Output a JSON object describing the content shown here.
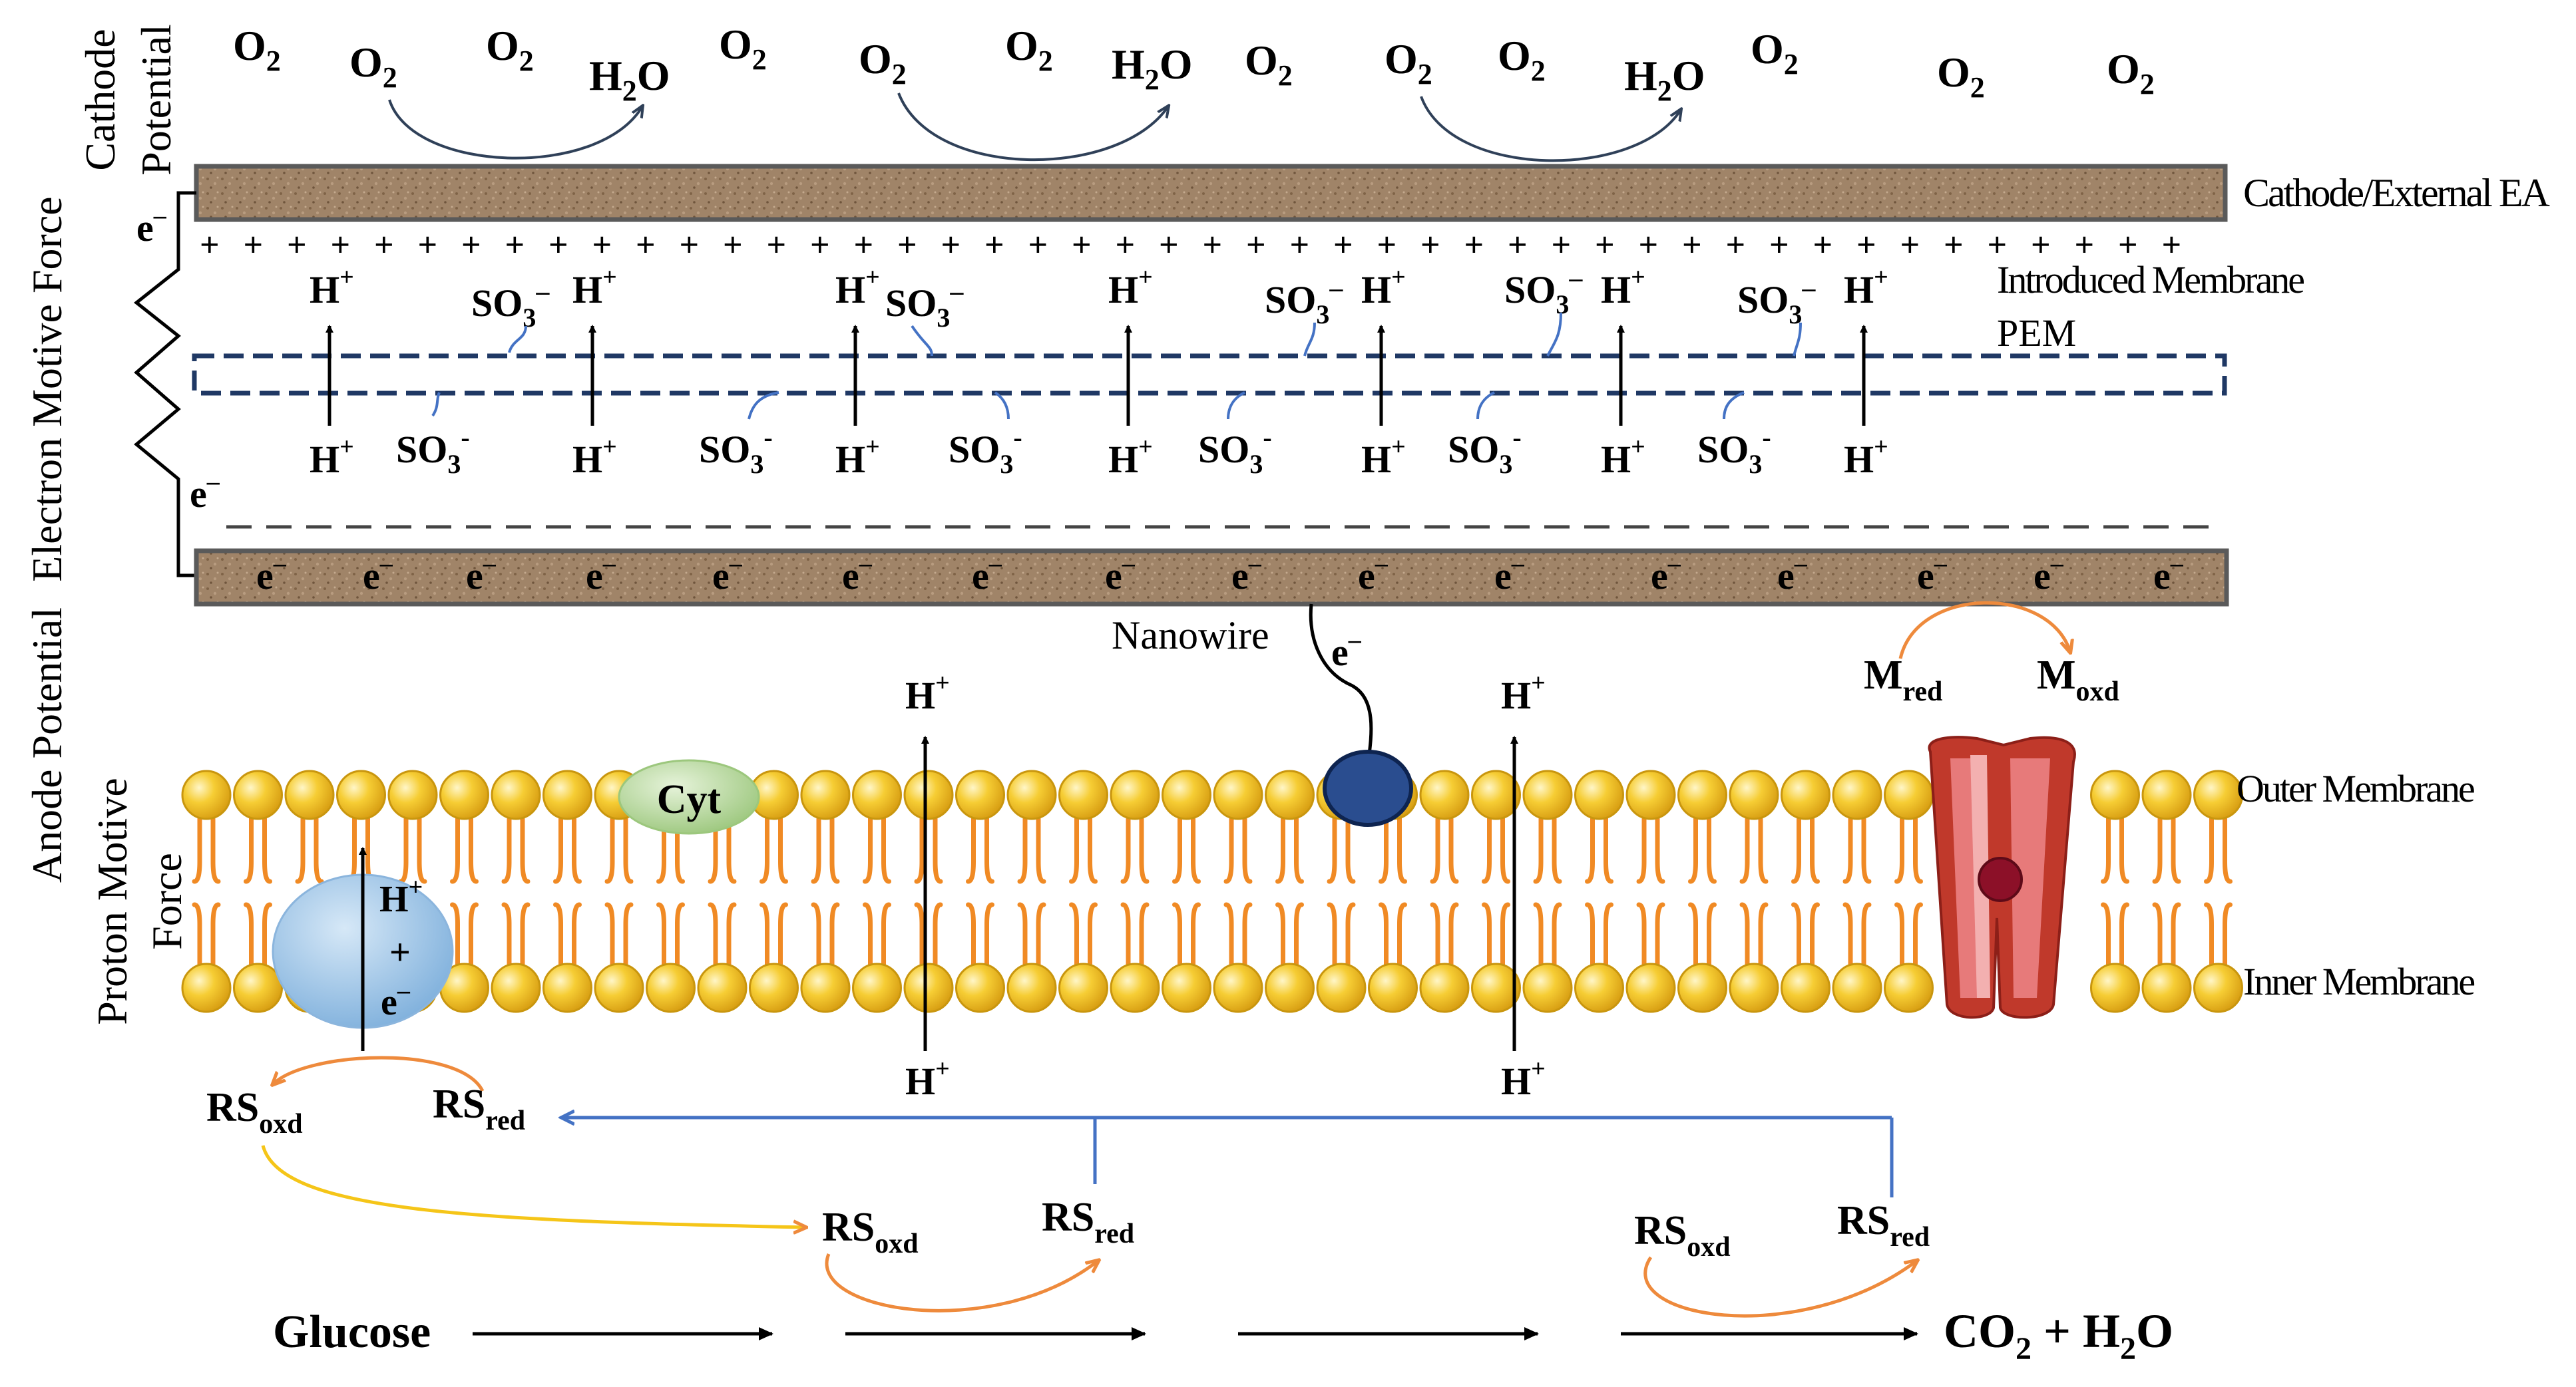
{
  "axis_labels": {
    "cathode_potential": [
      "Cathode",
      "Potential"
    ],
    "electron_motive_force": "Electron Motive Force",
    "anode_potential": "Anode Potential",
    "proton_motive_force": [
      "Proton Motive",
      "Force"
    ]
  },
  "right_labels": {
    "cathode": "Cathode/External EA",
    "introduced_membrane": "Introduced Membrane",
    "pem": "PEM",
    "outer_membrane": "Outer Membrane",
    "inner_membrane": "Inner Membrane"
  },
  "species": {
    "o2_base": "O",
    "o2_sub": "2",
    "h2o_a": "H",
    "h2o_sub": "2",
    "h2o_b": "O",
    "h_base": "H",
    "h_sup": "+",
    "so3_base": "SO",
    "so3_sub": "3",
    "so3_sup_minus": "–",
    "so3_sup_dash": "-",
    "e_base": "e",
    "e_sup": "–",
    "plus": "+"
  },
  "labels": {
    "nanowire": "Nanowire",
    "cyt": "Cyt",
    "carrier_h": "H",
    "carrier_hsup": "+",
    "carrier_plus": "+",
    "carrier_e": "e",
    "carrier_esup": "–",
    "m_base": "M",
    "m_red": "red",
    "m_oxd": "oxd",
    "rs_base": "RS",
    "rs_oxd": "oxd",
    "rs_red": "red",
    "glucose": "Glucose",
    "co2": "CO",
    "co2_sub": "2",
    "plus_h2o": " + H",
    "h2o_tail_sub": "2",
    "h2o_tail": "O"
  },
  "colors": {
    "electrode": "#a08468",
    "electrode_dark": "#8a6e52",
    "pem_dash": "#1f3864",
    "lipid_head": "#f2c12e",
    "lipid_tail": "#f08a24",
    "arrow_orange": "#ee8a3c",
    "arrow_blue": "#4472c4",
    "arrow_yellow": "#f5c518",
    "arrow_navy": "#2f4058",
    "carrier": "#9fc5e8",
    "cyt": "#a9d18e",
    "nanowire_ball": "#2a4d8f",
    "porin": "#c0392b"
  }
}
